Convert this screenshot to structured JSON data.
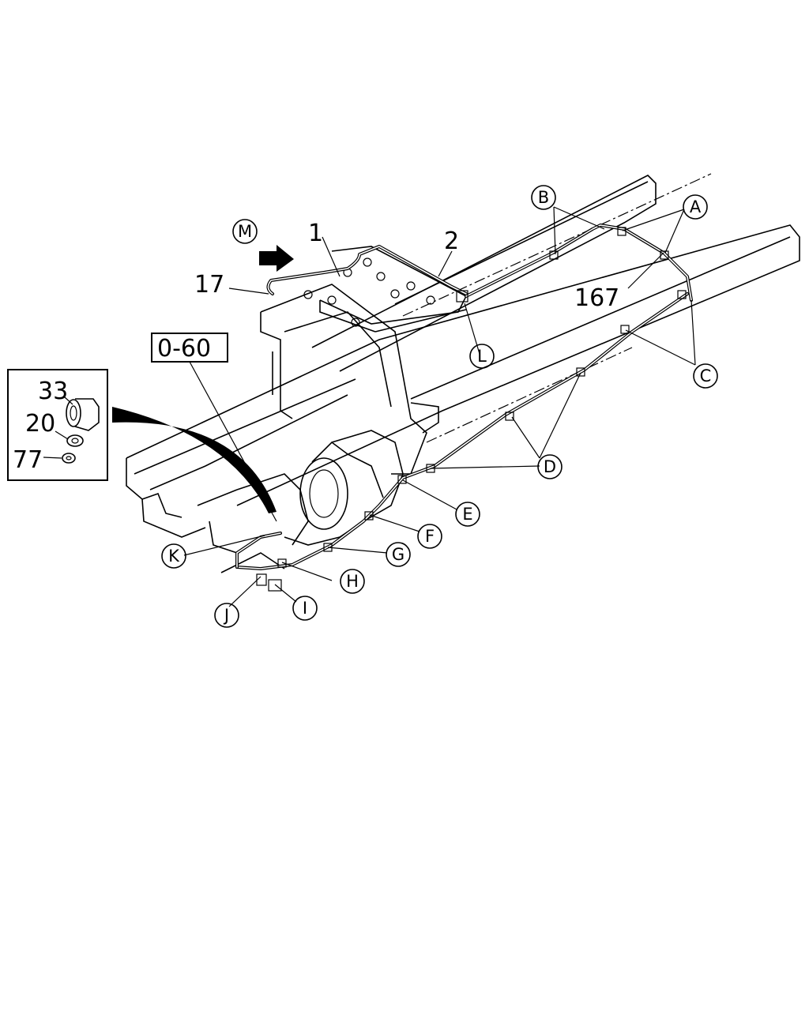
{
  "labels": {
    "num_1": "1",
    "num_2": "2",
    "num_17": "17",
    "num_167": "167",
    "ref_box": "0-60",
    "detail_33": "33",
    "detail_20": "20",
    "detail_77": "77"
  },
  "callouts": {
    "A": "A",
    "B": "B",
    "C": "C",
    "D": "D",
    "E": "E",
    "F": "F",
    "G": "G",
    "H": "H",
    "I": "I",
    "J": "J",
    "K": "K",
    "L": "L",
    "M": "M"
  }
}
